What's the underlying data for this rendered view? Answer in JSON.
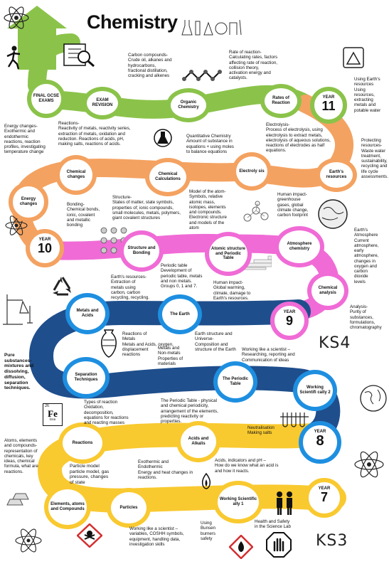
{
  "title": "Chemistry",
  "nodes": {
    "final": "FINAL GCSE EXAMS",
    "exam": "EXAM REVISION",
    "organic": "Organic Chemistry",
    "rates": "Rates of Reaction",
    "earths_resources": "Earth's resources",
    "electrolysis": "Electroly sis",
    "calculations": "Chemical Calculations",
    "changes": "Chemical changes",
    "energy": "Energy changes",
    "structure": "Structure and Bonding",
    "atomic": "Atomic structure and Periodic Table",
    "atmosphere": "Atmosphere chemistry",
    "analysis": "Chemical analysis",
    "metals": "Metals and Acids",
    "earth": "The Earth",
    "separation": "Separation Techniques",
    "periodic": "The Periodic Table",
    "wls2": "Working Scientifi cally 2",
    "reactions": "Reactions",
    "acids": "Acids and Alkalis",
    "elements": "Elements, atoms and Compounds",
    "particles": "Particles",
    "wls1": "Working Scientific ally 1"
  },
  "years": {
    "y11": {
      "word": "YEAR",
      "num": "11"
    },
    "y10": {
      "word": "YEAR",
      "num": "10"
    },
    "y9": {
      "word": "YEAR",
      "num": "9"
    },
    "y8": {
      "word": "YEAR",
      "num": "8"
    },
    "y7": {
      "word": "YEAR",
      "num": "7"
    }
  },
  "key_stages": {
    "ks4": "KS4",
    "ks3": "KS3"
  },
  "texts": {
    "carbon": "Carbon compounds-\nCrude oil, alkanes and\nhydrocarbons,\nfractional distillation,\ncracking and alkenes",
    "rate": "Rate of reaction-\nCalculating rates, factors\naffecting rate of reaction,\ncollision theory,\nactivation energy and\ncatalysts.",
    "using_earth": "Using Earth's\nresources\nUsing\nresources,\nextracting\nmetals and\npotable water",
    "energy_changes": "Energy changes-\nExothermic and\nendothermic\nreactions, reaction\nprofiles, investigating\ntemperature change",
    "reactions_y10": "Reactions-\nReactivity of metals, reactivity series,\nextraction of metals, oxidation and\nreduction. Reactions of acids, pH,\nmaking salts, reactions of acids.",
    "quantitative": "Quantitative Chemistry\nAmount of substance in\nequations + using moles\nto balance equations",
    "electrolysis_txt": "Electrolysis-\nProcess of electrolysis, using\nelectrolysis to extract metals,\nelectrolysis of aqueous solutions,\nreactions of electrodes as half\nequations.",
    "protecting": "Protecting\nresources-\nWaste water\ntreatment,\nsustainability,\nrecycling and\nlife cycle\nassessments.",
    "human1": "Human impact-\ngreenhouse\ngases, global\nclimate change,\ncarbon footprint",
    "bonding": "Bonding-\nChemical bonds,\nionic, covalent\nand metallic\nbonding",
    "structure_txt": "Structure-\nStates of matter, state symbols,\nproperties of; ionic compounds,\nsmall molecules, metals, polymers,\ngiant covalent structures",
    "model_atom": "Model of the atom-\nSymbols, relative\natomic mass,\nisotopes, elements\nand compounds.\nElectronic structure\nand models of the\natom",
    "earth_atm": "Earth's\nAtmosphere\nCurrent\natmosphere,\nearly\natmosphere,\nchanges in\noxygen and\ncarbon\ndioxide\nlevels",
    "periodic_y10": "Periodic table\nDevelopment of\nperiodic table, metals\nand non metals.\nGroups 0, 1 and 7.",
    "earths_res_y9": "Earth's resources-\nExtraction of\nmetals using\ncarbon, carbon\nrecycling, recycling.",
    "human2": "Human impact-\nGlobal warming,\nclimate, damage to\nEarth's resources.",
    "analysis_txt": "Analysis-\nPurity of\nsubstances,\nformulations,\nchromatography",
    "reactions_metals": "Reactions of\nMetals\nMetals and Acids, oxygen,\ndisplacement\nreactions",
    "metals_non": "Metals and\nNon-metals\nProperties of\nmaterials",
    "earth_structure": "Earth structure and\nUniverse-\nComposition and\nstructure of the Earth",
    "wls_y9": "Working like a scientist –\nResearching, reporting and\nCommunication of ideas",
    "pure": "Pure\nsubstances-\nmixtures and\ndissolving,\ndiffusion,\nseparation\ntechniques.",
    "types_reaction": "Types of reaction\nOxidation,\ndecomposition,\nequations for reactions\nand reacting masses",
    "periodic_y8": "The Periodic Table - physical\nand chemical periodicity,\narrangement of the elements,\npredicting reactivity or\nproperties.",
    "neutralisation": "Neutralisation\nMaking salts",
    "atoms_elements": "Atoms, elements\nand compounds-\nrepresentation of\nchemicals, key\nideas, chemical\nformula, what are\nreactions.",
    "exo_endo": "Exothermic and\nEndothermic\nEnergy and heat changes in\nreactions.",
    "indicators": "Acids, indicators and pH –\nHow do we know what an acid is\nand how it reacts.",
    "particle_model": "Particle model\nparticle model, gas\npressure, changes\nof state",
    "wls_y7": "Working like a scientist –\nvariables, COSHH symbols,\nequipment, handling data,\ninvestigation skills",
    "bunsen": "Using\nBunsen\nburners\nsafety",
    "health": "Health and Safety\nin the Science Lab"
  },
  "icon_labels": {
    "fe_symbol": "Fe",
    "fe_name": "Iron",
    "fe_number": "26"
  },
  "colors": {
    "green": "#8bc34a",
    "orange": "#f4a261",
    "pink": "#f06bd6",
    "blue": "#1e8fe0",
    "yellow": "#f9c930",
    "road_blue": "#1f4e8c"
  }
}
